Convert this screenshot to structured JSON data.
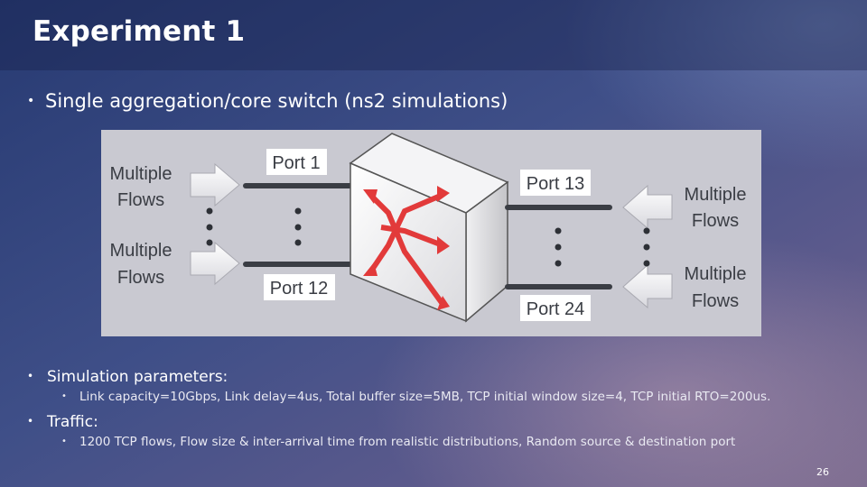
{
  "slide": {
    "title": "Experiment 1",
    "bullet1": "Single aggregation/core switch (ns2 simulations)",
    "bullet2": "Simulation parameters:",
    "sub2": "Link capacity=10Gbps, Link delay=4us, Total buffer size=5MB,  TCP initial window size=4, TCP initial RTO=200us.",
    "bullet3": "Traffic:",
    "sub3": "1200 TCP flows, Flow size & inter-arrival time from realistic distributions, Random source & destination port",
    "page_number": "26"
  },
  "diagram": {
    "left_top": [
      "Multiple",
      "Flows"
    ],
    "left_bottom": [
      "Multiple",
      "Flows"
    ],
    "right_top": [
      "Multiple",
      "Flows"
    ],
    "right_bottom": [
      "Multiple",
      "Flows"
    ],
    "port_1": "Port 1",
    "port_12": "Port 12",
    "port_13": "Port 13",
    "port_24": "Port 24"
  },
  "colors": {
    "diagram_bg": "#c9c9d1",
    "arrow_red": "#e23a3a",
    "line_dark": "#3a3d44"
  }
}
